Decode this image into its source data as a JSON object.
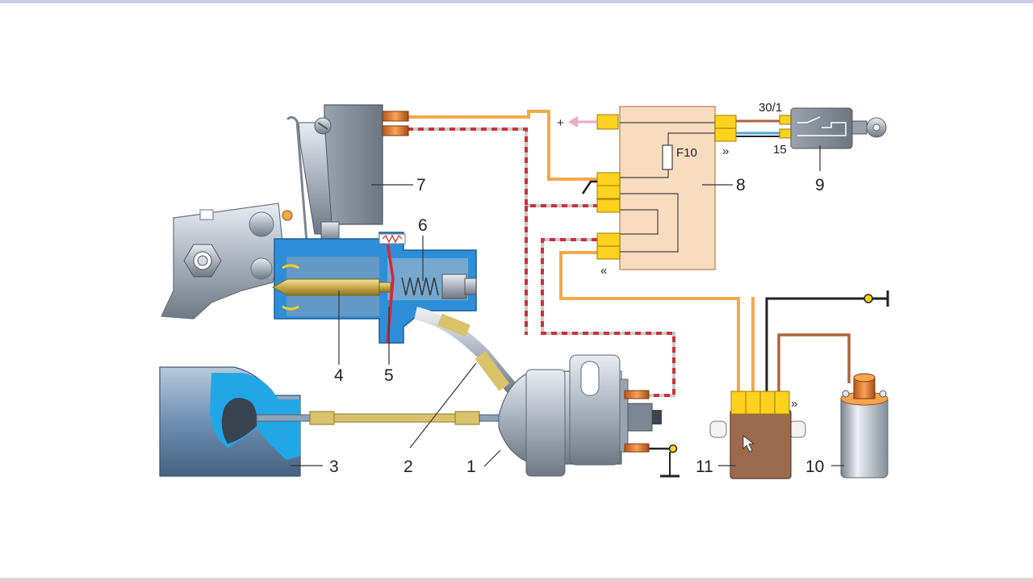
{
  "labels": {
    "p1": "1",
    "p2": "2",
    "p3": "3",
    "p4": "4",
    "p5": "5",
    "p6": "6",
    "p7": "7",
    "p8": "8",
    "p9": "9",
    "p10": "10",
    "p11": "11"
  },
  "texts": {
    "fuse": "F10",
    "terminal_30_1": "30/1",
    "terminal_15": "15",
    "plus": "+"
  },
  "colors": {
    "wire_orange": "#f4a94a",
    "wire_red_dashed": "#c8323a",
    "wire_brown": "#b5623a",
    "connector_yellow": "#ffd21f",
    "relay_box": "#f7dcc0",
    "housing_blue": "#2e8fd8",
    "coil_body": "#c9ced6"
  },
  "icons": [
    "ground-icon",
    "ignition-key-icon",
    "mouse-cursor-icon"
  ]
}
